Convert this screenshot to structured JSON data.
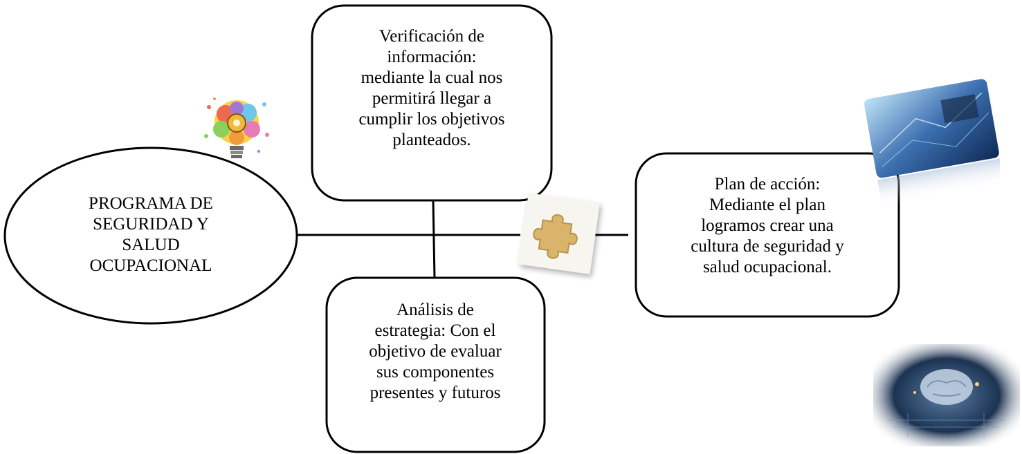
{
  "diagram": {
    "central": {
      "text": "PROGRAMA DE\nSEGURIDAD Y\nSALUD\nOCUPACIONAL"
    },
    "top_box": {
      "text": "Verificación de\ninformación:\nmediante la cual nos\npermitirá llegar a\ncumplir los objetivos\nplanteados."
    },
    "bottom_box": {
      "text": "Análisis de\nestrategia: Con el\nobjetivo de evaluar\nsus componentes\npresentes y futuros"
    },
    "right_box": {
      "text": "Plan de acción:\nMediante el plan\nlogramos crear una\ncultura de seguridad y\nsalud ocupacional."
    }
  },
  "images": {
    "bulb": "lightbulb-brain-icon",
    "puzzle": "puzzle-piece-icon",
    "tech": "tech-card-icon",
    "brain": "circuit-brain-icon"
  }
}
